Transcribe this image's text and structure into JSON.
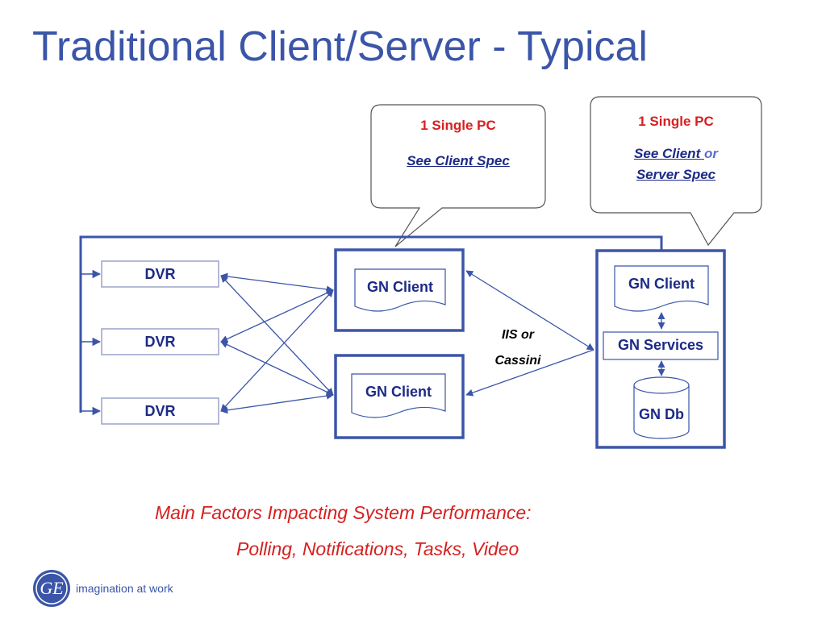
{
  "title": "Traditional Client/Server - Typical",
  "callouts": {
    "client_pc": {
      "heading": "1 Single PC",
      "link": "See Client Spec"
    },
    "server_pc": {
      "heading": "1 Single PC",
      "link_client": "See Client ",
      "or_word": "or",
      "link_server": "Server Spec"
    }
  },
  "dvrs": [
    "DVR",
    "DVR",
    "DVR"
  ],
  "clients": [
    "GN Client",
    "GN Client"
  ],
  "server": {
    "client": "GN Client",
    "services": "GN Services",
    "database": "GN Db"
  },
  "connection_label": {
    "line1": "IIS or",
    "line2": "Cassini"
  },
  "footer": {
    "line1": "Main Factors Impacting System Performance:",
    "line2": "Polling, Notifications, Tasks, Video"
  },
  "logo": {
    "monogram": "GE",
    "tagline": "imagination at work"
  },
  "colors": {
    "title": "#3b55a8",
    "lines": "#3b55a8",
    "dark_text": "#1c2a86",
    "red": "#d62020"
  }
}
